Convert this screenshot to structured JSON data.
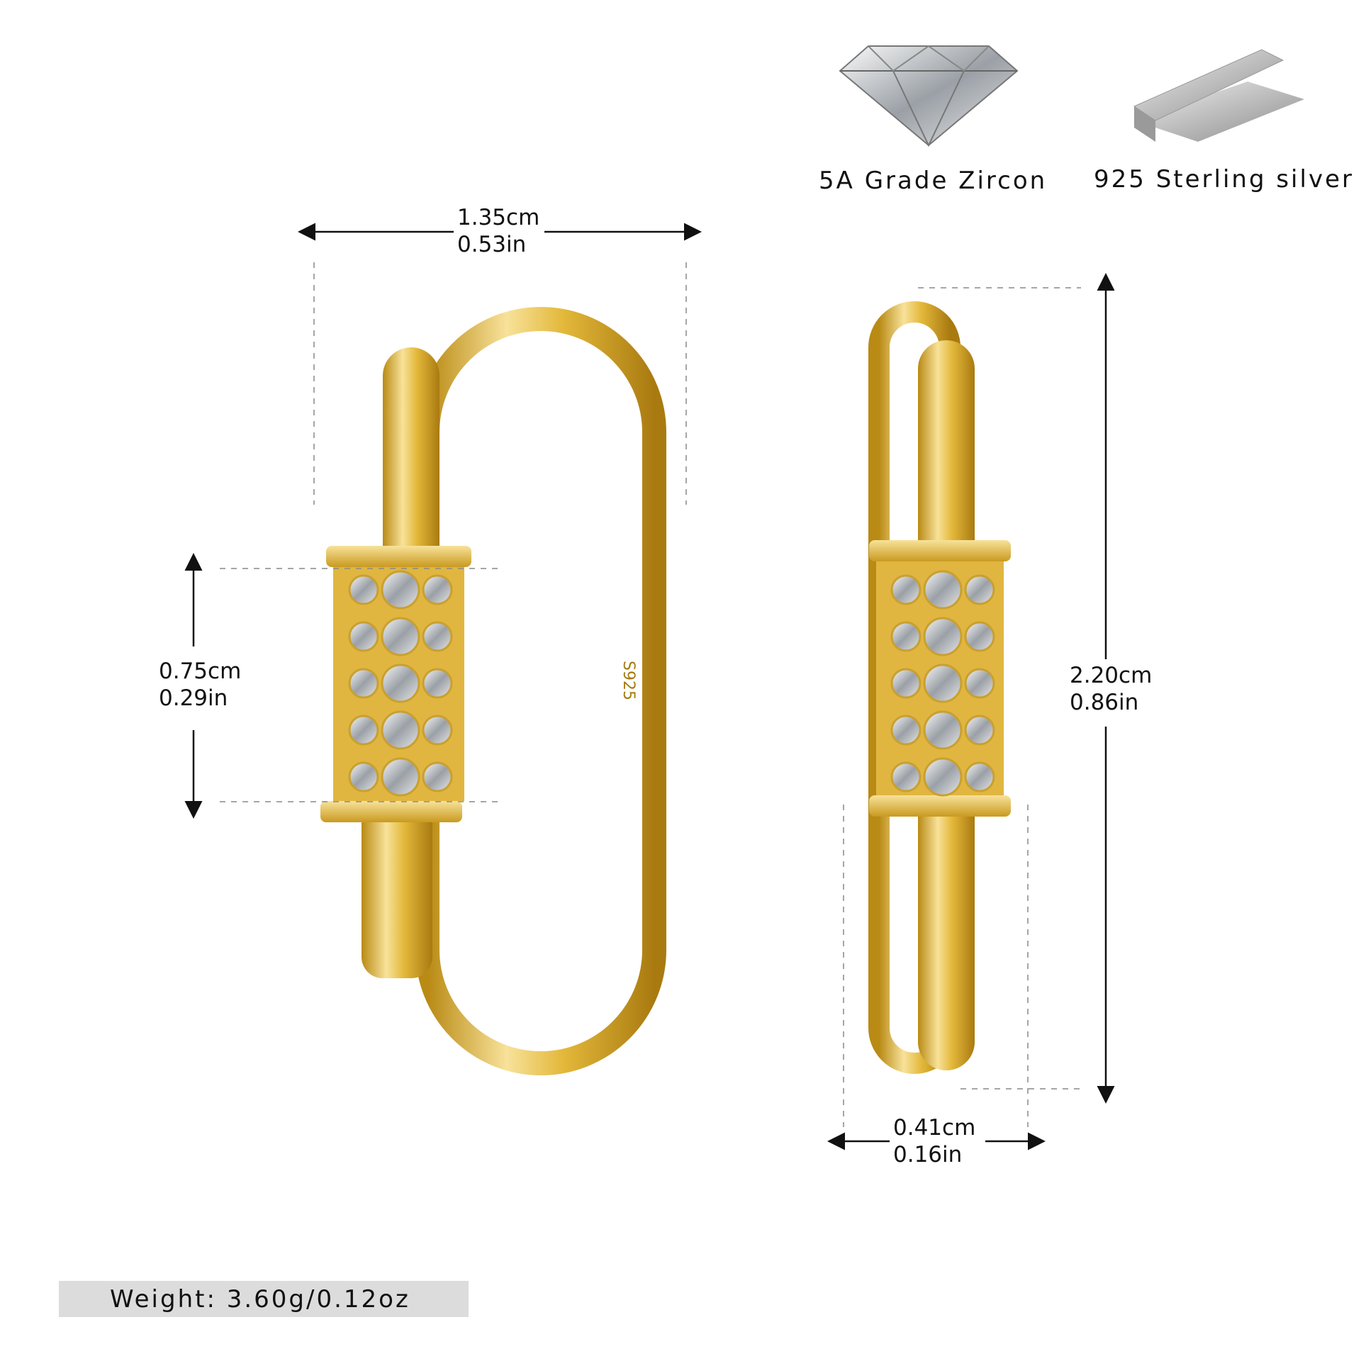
{
  "features": [
    {
      "icon": "diamond-icon",
      "label": "5A Grade Zircon"
    },
    {
      "icon": "silver-bars-icon",
      "label": "925 Sterling silver"
    }
  ],
  "dimensions": {
    "width": {
      "cm": "1.35cm",
      "in": "0.53in"
    },
    "bar_height": {
      "cm": "0.75cm",
      "in": "0.29in"
    },
    "height": {
      "cm": "2.20cm",
      "in": "0.86in"
    },
    "thickness": {
      "cm": "0.41cm",
      "in": "0.16in"
    }
  },
  "weight": "Weight:  3.60g/0.12oz",
  "stamp": "S925",
  "colors": {
    "gold": "#e3b83a",
    "gold_dark": "#b98a14",
    "gold_light": "#f8e29a",
    "silver": "#c9c9c9",
    "label_bg": "#dcdcdc"
  }
}
